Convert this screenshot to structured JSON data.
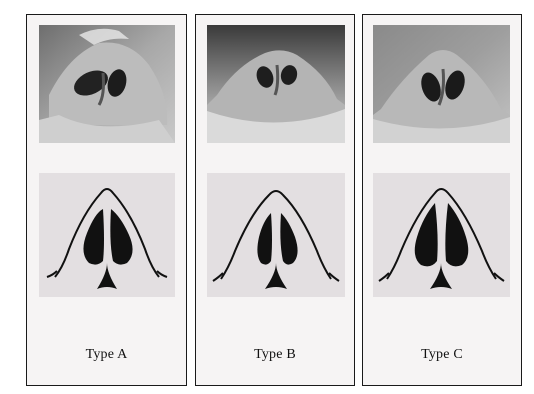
{
  "figure": {
    "panels": [
      {
        "id": "a",
        "label": "Type A"
      },
      {
        "id": "b",
        "label": "Type B"
      },
      {
        "id": "c",
        "label": "Type C"
      }
    ]
  }
}
